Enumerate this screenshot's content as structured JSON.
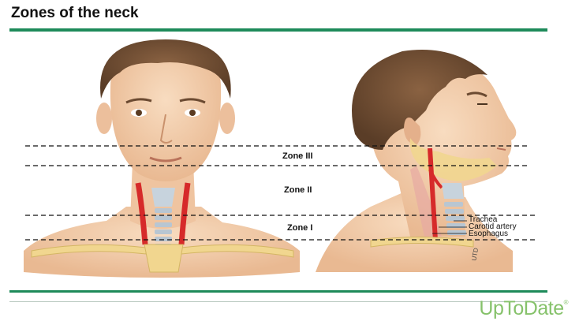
{
  "title": "Zones of the neck",
  "zones": {
    "zone3": "Zone III",
    "zone2": "Zone II",
    "zone1": "Zone I"
  },
  "anatomy": {
    "trachea": "Trachea",
    "carotid": "Carotid artery",
    "esophagus": "Esophagus"
  },
  "artist_mark": "UTD",
  "logo": {
    "text": "UpToDate",
    "mark": "®"
  },
  "colors": {
    "accent": "#1e8a5a",
    "logo": "#86c26b",
    "skin": "#f3cfae",
    "hair": "#6b4a31",
    "artery": "#d62a2a",
    "bone": "#f1d68f"
  }
}
